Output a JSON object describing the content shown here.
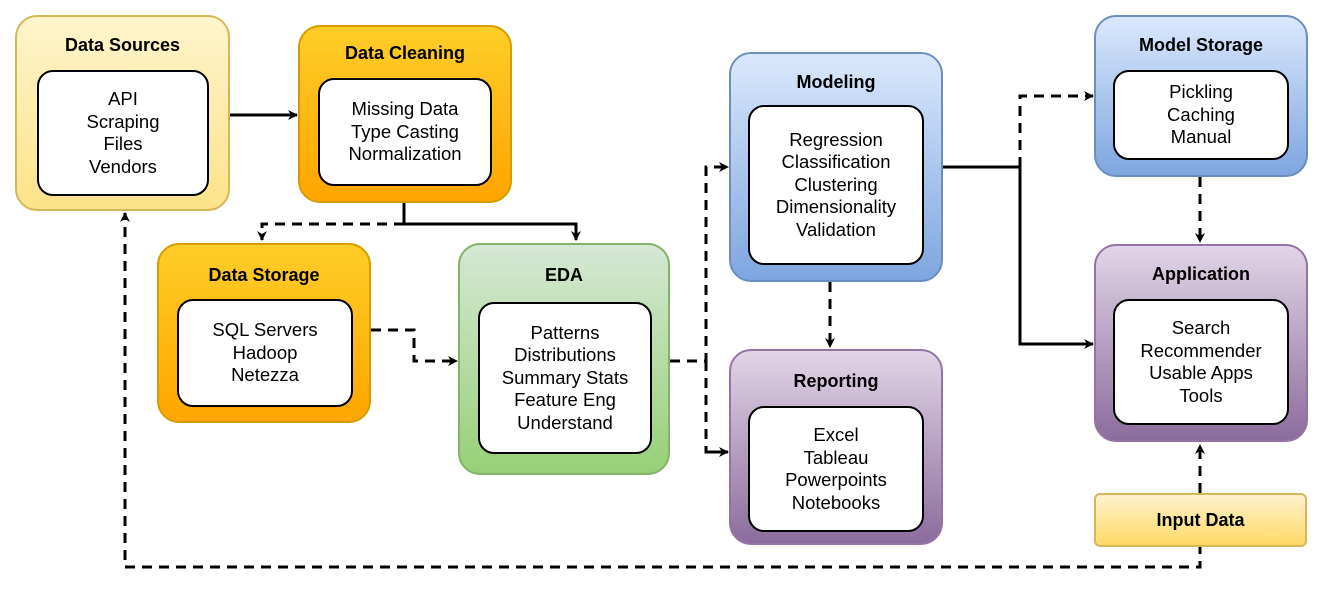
{
  "stages": {
    "data_sources": {
      "title": "Data Sources",
      "items": [
        "API",
        "Scraping",
        "Files",
        "Vendors"
      ]
    },
    "data_cleaning": {
      "title": "Data Cleaning",
      "items": [
        "Missing Data",
        "Type Casting",
        "Normalization"
      ]
    },
    "data_storage": {
      "title": "Data Storage",
      "items": [
        "SQL Servers",
        "Hadoop",
        "Netezza"
      ]
    },
    "eda": {
      "title": "EDA",
      "items": [
        "Patterns",
        "Distributions",
        "Summary Stats",
        "Feature Eng",
        "Understand"
      ]
    },
    "modeling": {
      "title": "Modeling",
      "items": [
        "Regression",
        "Classification",
        "Clustering",
        "Dimensionality",
        "Validation"
      ]
    },
    "reporting": {
      "title": "Reporting",
      "items": [
        "Excel",
        "Tableau",
        "Powerpoints",
        "Notebooks"
      ]
    },
    "model_storage": {
      "title": "Model Storage",
      "items": [
        "Pickling",
        "Caching",
        "Manual"
      ]
    },
    "application": {
      "title": "Application",
      "items": [
        "Search",
        "Recommender",
        "Usable Apps",
        "Tools"
      ]
    }
  },
  "input_data": {
    "label": "Input Data"
  },
  "colors": {
    "yellow": "#fce38a",
    "orange": "#ffa500",
    "green": "#97d077",
    "blue": "#7ea6e0",
    "purple": "#8c6c9c",
    "connector": "#000000"
  }
}
